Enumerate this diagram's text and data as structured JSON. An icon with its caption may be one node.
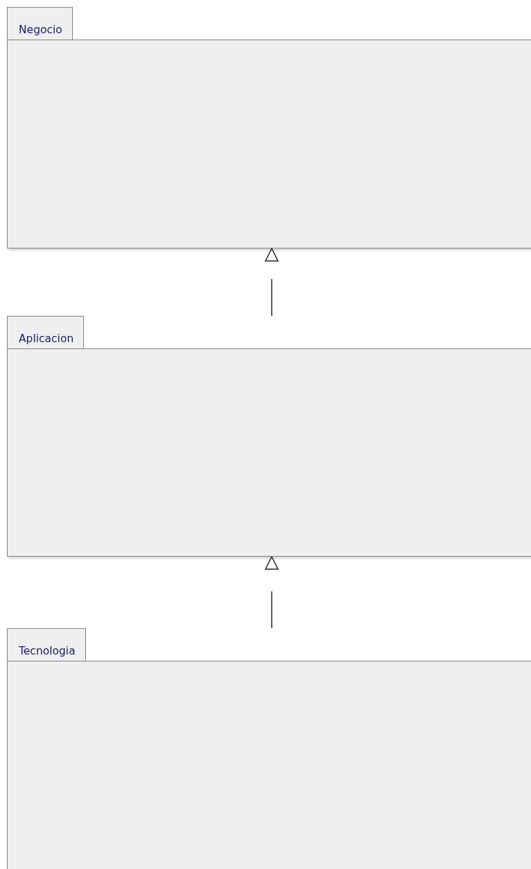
{
  "diagram": {
    "nodes": [
      {
        "text": [
          "Negocio"
        ]
      },
      {
        "text": [
          "Aplicacion"
        ]
      },
      {
        "text": [
          "Tecnologia"
        ]
      }
    ],
    "edges": [
      {
        "from": 1,
        "to": 0,
        "arrow": "to",
        "style": "dashed"
      },
      {
        "from": 2,
        "to": 1,
        "arrow": "to",
        "style": "dashed"
      }
    ]
  }
}
